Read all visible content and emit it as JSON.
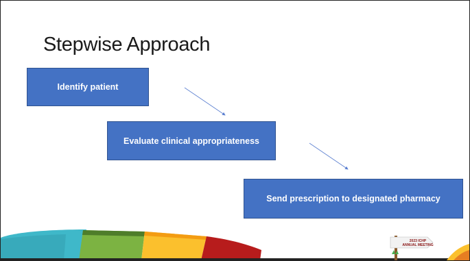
{
  "slide": {
    "title": "Stepwise Approach",
    "steps": [
      {
        "label": "Identify patient"
      },
      {
        "label": "Evaluate clinical appropriateness"
      },
      {
        "label": "Send prescription to designated pharmacy"
      }
    ]
  },
  "logo": {
    "line1": "2023 ICHP",
    "line2": "ANNUAL MEETING"
  },
  "colors": {
    "box_fill": "#4472c4",
    "arrow": "#5b7fd0",
    "band_teal": "#3fb8c9",
    "band_green": "#7cb342",
    "band_yellow": "#fbc02d",
    "band_red": "#b71c1c"
  }
}
